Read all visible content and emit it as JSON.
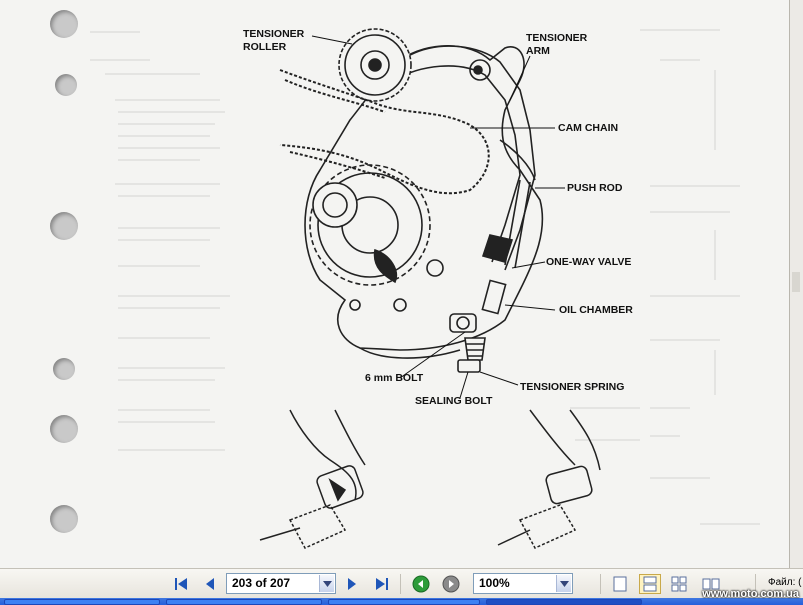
{
  "document": {
    "labels": {
      "tensioner_roller": [
        "TENSIONER",
        "ROLLER"
      ],
      "tensioner_arm": [
        "TENSIONER",
        "ARM"
      ],
      "cam_chain": "CAM CHAIN",
      "push_rod": "PUSH ROD",
      "one_way_valve": "ONE-WAY VALVE",
      "oil_chamber": "OIL CHAMBER",
      "bolt_6mm": "6 mm BOLT",
      "tensioner_spring": "TENSIONER SPRING",
      "sealing_bolt": "SEALING BOLT"
    }
  },
  "toolbar": {
    "page_indicator": "203 of 207",
    "zoom": "100%",
    "file_label": "Файл: ("
  },
  "watermark": "www.moto.com.ua",
  "colors": {
    "viewer_bg": "#7f8892",
    "page_bg": "#f4f4f2",
    "toolbar_bg": "#ece9d8",
    "nav_green": "#2e9c3a",
    "taskbar": "#245edb"
  },
  "icons": {
    "first_page": "first-page-icon",
    "prev_page": "prev-page-icon",
    "next_page": "next-page-icon",
    "last_page": "last-page-icon",
    "back": "back-icon",
    "forward": "forward-icon",
    "single_page": "single-page-icon",
    "continuous": "continuous-icon",
    "facing": "facing-icon",
    "continuous_facing": "continuous-facing-icon"
  }
}
